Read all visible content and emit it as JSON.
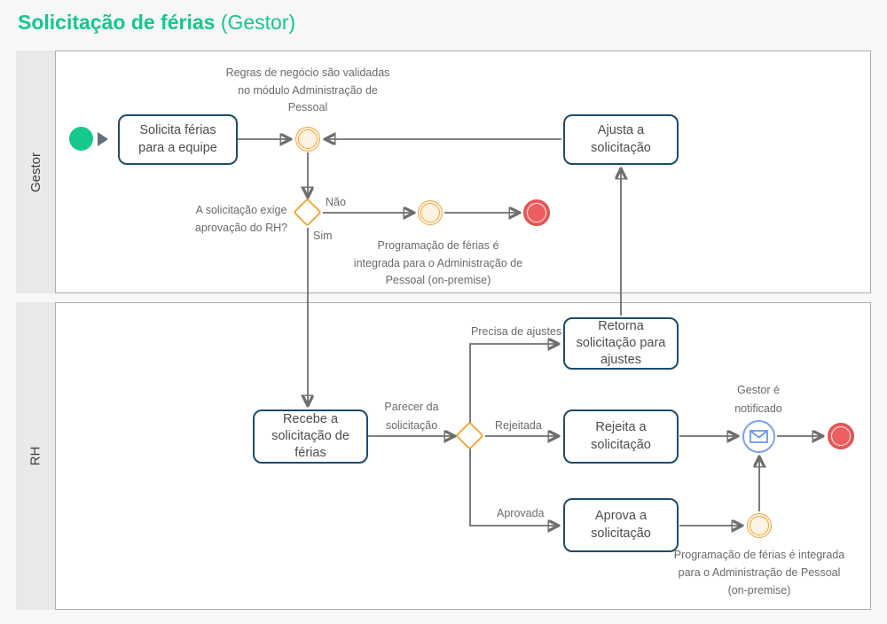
{
  "title": {
    "main": "Solicitação de férias",
    "suffix": "(Gestor)"
  },
  "lanes": {
    "gestor": "Gestor",
    "rh": "RH"
  },
  "tasks": {
    "solicita": "Solicita férias para a equipe",
    "ajusta": "Ajusta a solicitação",
    "recebe": "Recebe a solicitação de férias",
    "retorna": "Retorna solicitação para ajustes",
    "rejeita": "Rejeita a solicitação",
    "aprova": "Aprova a solicitação"
  },
  "edge_labels": {
    "nao": "Não",
    "sim": "Sim",
    "parecer": "Parecer da solicitação",
    "precisa_ajustes": "Precisa de ajustes",
    "rejeitada": "Rejeitada",
    "aprovada": "Aprovada"
  },
  "annotations": {
    "regras": "Regras de negócio são validadas no módulo Administração de Pessoal",
    "gateway_question": "A solicitação exige aprovação do RH?",
    "integracao_nao": "Programação de férias é integrada para o Administração de Pessoal (on-premise)",
    "integracao_aprovada": "Programação de férias é integrada para o Administração de Pessoal (on-premise)",
    "gestor_notificado": "Gestor é notificado"
  },
  "colors": {
    "accent_green": "#14c78e",
    "task_border": "#1d4d6b",
    "event_orange": "#f0a43c",
    "event_red": "#ed5e5e",
    "event_blue": "#7ba2e6",
    "connector_gray": "#6e6e6e"
  }
}
